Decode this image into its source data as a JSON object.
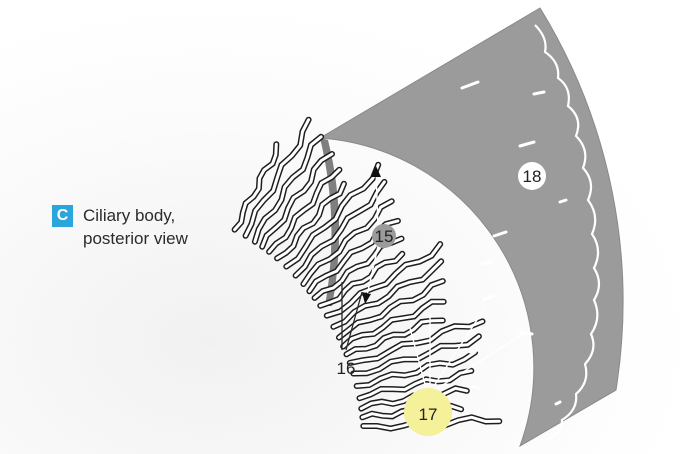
{
  "caption": {
    "badge": "C",
    "line1": "Ciliary body,",
    "line2": "posterior view"
  },
  "labels": {
    "ciliary_processes": "15",
    "ciliary_plicae": "16",
    "zonular_fibers": "17",
    "pars_plana": "18"
  },
  "colors": {
    "tissue": "#9b9b9b",
    "process_highlight": "#ffffff",
    "process_outline": "#1e1e1e",
    "label_17_highlight": "#f5f09a",
    "badge": "#2aa6dc"
  }
}
